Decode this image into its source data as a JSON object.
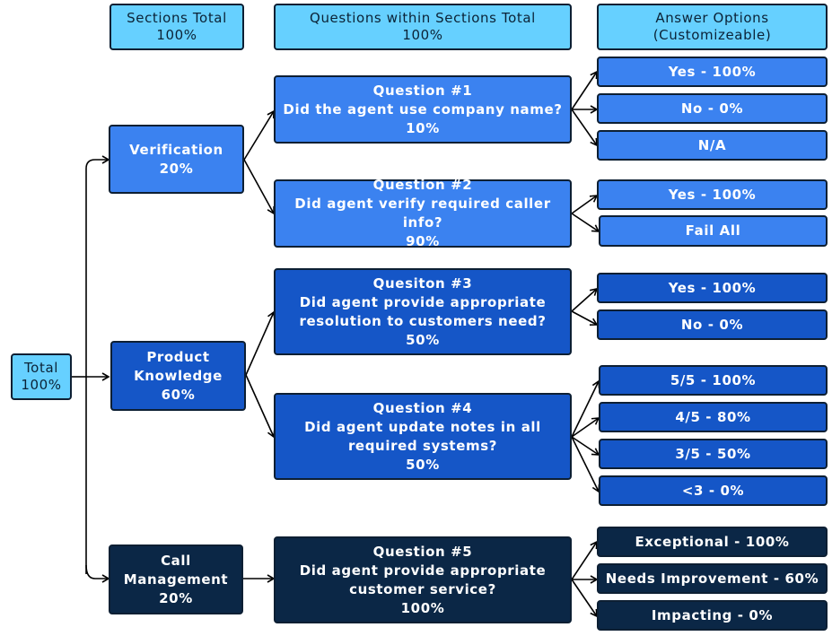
{
  "headers": {
    "sections": [
      "Sections Total",
      "100%"
    ],
    "questions": [
      "Questions within Sections Total",
      "100%"
    ],
    "answers": [
      "Answer Options",
      "(Customizeable)"
    ]
  },
  "total": [
    "Total",
    "100%"
  ],
  "sections": {
    "verification": [
      "Verification",
      "20%"
    ],
    "product": [
      "Product",
      "Knowledge",
      "60%"
    ],
    "call": [
      "Call",
      "Management",
      "20%"
    ]
  },
  "questions": {
    "q1": [
      "Question #1",
      "Did the agent use company name?",
      "10%"
    ],
    "q2": [
      "Question #2",
      "Did agent verify required caller info?",
      "90%"
    ],
    "q3": [
      "Quesiton #3",
      "Did agent provide appropriate",
      "resolution to customers need?",
      "50%"
    ],
    "q4": [
      "Question #4",
      "Did agent update notes in all",
      "required systems?",
      "50%"
    ],
    "q5": [
      "Question #5",
      "Did agent provide appropriate",
      "customer service?",
      "100%"
    ]
  },
  "answers": {
    "q1": [
      "Yes - 100%",
      "No - 0%",
      "N/A"
    ],
    "q2": [
      "Yes - 100%",
      "Fail All"
    ],
    "q3": [
      "Yes - 100%",
      "No - 0%"
    ],
    "q4": [
      "5/5 - 100%",
      "4/5 - 80%",
      "3/5 - 50%",
      "<3 - 0%"
    ],
    "q5": [
      "Exceptional - 100%",
      "Needs Improvement - 60%",
      "Impacting - 0%"
    ]
  },
  "colors": {
    "header": "#66d0ff",
    "verification": "#3b82f0",
    "product": "#1556c7",
    "call": "#0b2746"
  }
}
